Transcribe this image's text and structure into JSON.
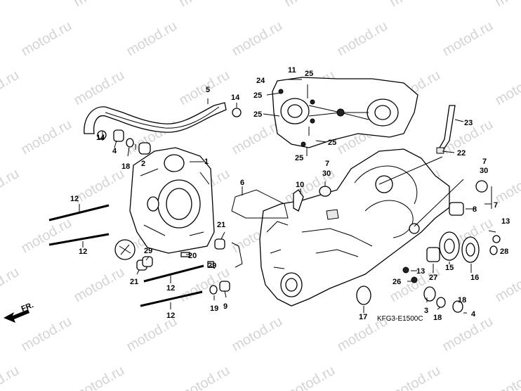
{
  "watermark_text": "motod.ru",
  "ref_code": "KFG3-E1500C",
  "direction_label": "FR.",
  "callouts": [
    "1",
    "2",
    "3",
    "4",
    "5",
    "6",
    "7",
    "8",
    "9",
    "10",
    "11",
    "12",
    "13",
    "14",
    "15",
    "16",
    "17",
    "18",
    "19",
    "20",
    "21",
    "22",
    "23",
    "24",
    "25",
    "26",
    "27",
    "28",
    "29",
    "30"
  ],
  "labels": {
    "n1": "1",
    "n2": "2",
    "n3": "3",
    "n4a": "4",
    "n4b": "4",
    "n5": "5",
    "n6": "6",
    "n7a": "7",
    "n7b": "7",
    "n7c": "7",
    "n8": "8",
    "n9": "9",
    "n10": "10",
    "n11": "11",
    "n12a": "12",
    "n12b": "12",
    "n12c": "12",
    "n12d": "12",
    "n13a": "13",
    "n13b": "13",
    "n14a": "14",
    "n14b": "14",
    "n15": "15",
    "n16": "16",
    "n17": "17",
    "n18a": "18",
    "n18b": "18",
    "n18c": "18",
    "n19": "19",
    "n20": "20",
    "n21a": "21",
    "n21b": "21",
    "n22": "22",
    "n23": "23",
    "n24": "24",
    "n25a": "25",
    "n25b": "25",
    "n25c": "25",
    "n25d": "25",
    "n25e": "25",
    "n26": "26",
    "n27": "27",
    "n28": "28",
    "n29a": "29",
    "n29b": "29",
    "n30a": "30",
    "n30b": "30"
  }
}
